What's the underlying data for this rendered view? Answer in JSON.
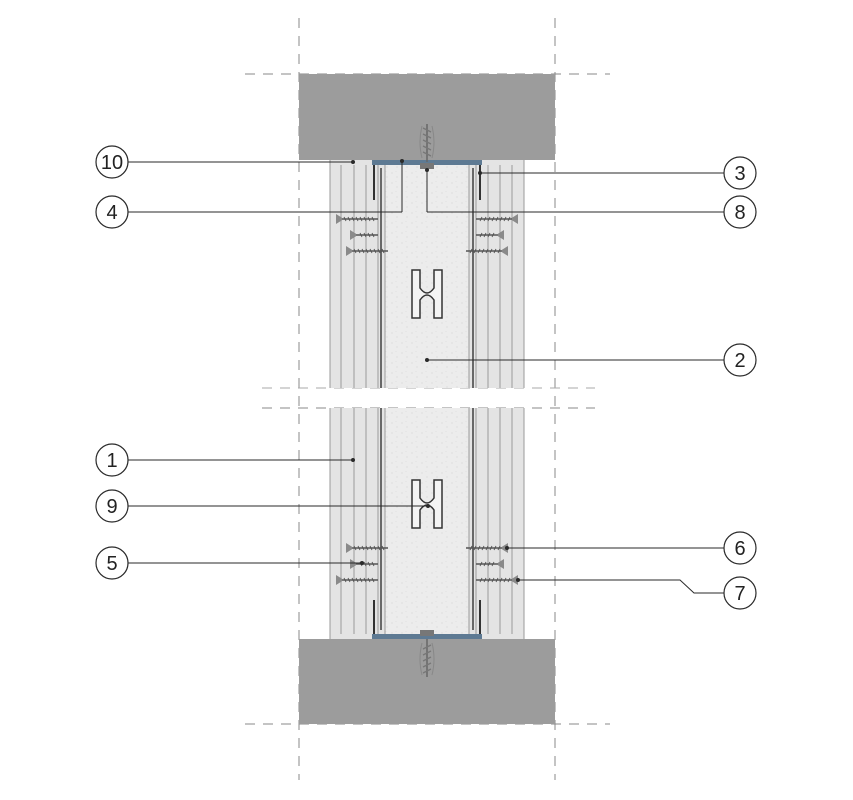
{
  "diagram": {
    "callouts": [
      {
        "id": "callout-1",
        "label": "1"
      },
      {
        "id": "callout-2",
        "label": "2"
      },
      {
        "id": "callout-3",
        "label": "3"
      },
      {
        "id": "callout-4",
        "label": "4"
      },
      {
        "id": "callout-5",
        "label": "5"
      },
      {
        "id": "callout-6",
        "label": "6"
      },
      {
        "id": "callout-7",
        "label": "7"
      },
      {
        "id": "callout-8",
        "label": "8"
      },
      {
        "id": "callout-9",
        "label": "9"
      },
      {
        "id": "callout-10",
        "label": "10"
      }
    ],
    "colors": {
      "slab": "#9c9c9c",
      "board": "#e4e4e4",
      "cavity": "#ececec",
      "profile": "#5e7a93",
      "line": "#2a2a2a"
    }
  }
}
